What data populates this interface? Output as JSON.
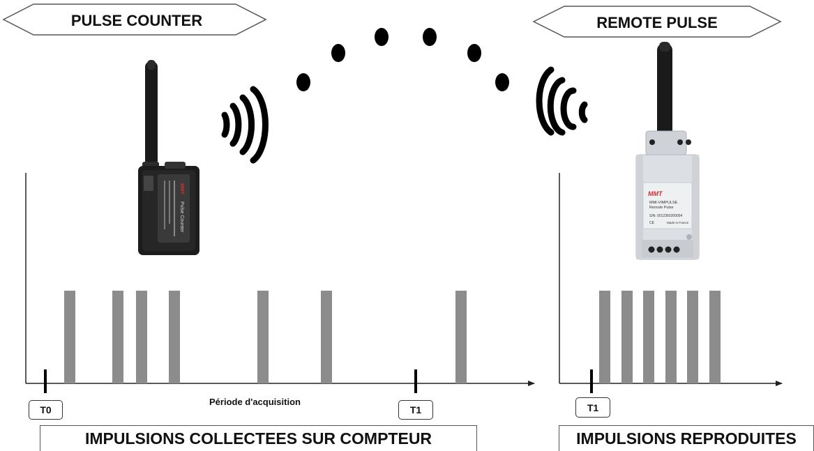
{
  "labels": {
    "pulse_counter": "PULSE COUNTER",
    "remote_pulse": "REMOTE PULSE"
  },
  "pulse_counter_device": {
    "brand": "MMT",
    "model": "Pulse Counter"
  },
  "remote_pulse_device": {
    "brand": "MMT",
    "model": "MMI-VIMPULSE",
    "subtitle": "Remote Pulse",
    "serial": "S/N: 0012360200054",
    "made_in": "Made in France"
  },
  "left_timeline": {
    "axis_label": "Période d'acquisition",
    "start_marker": "T0",
    "end_marker": "T1",
    "pulse_count": 7,
    "footer": "IMPULSIONS COLLECTEES SUR COMPTEUR"
  },
  "right_timeline": {
    "marker": "T1",
    "pulse_count": 6,
    "footer": "IMPULSIONS REPRODUITES"
  },
  "colors": {
    "pulse": "#8c8c8c",
    "axis": "#222222",
    "wave": "#000000",
    "device_body": "#1c1c1c",
    "module_body": "#dcdfe3"
  }
}
